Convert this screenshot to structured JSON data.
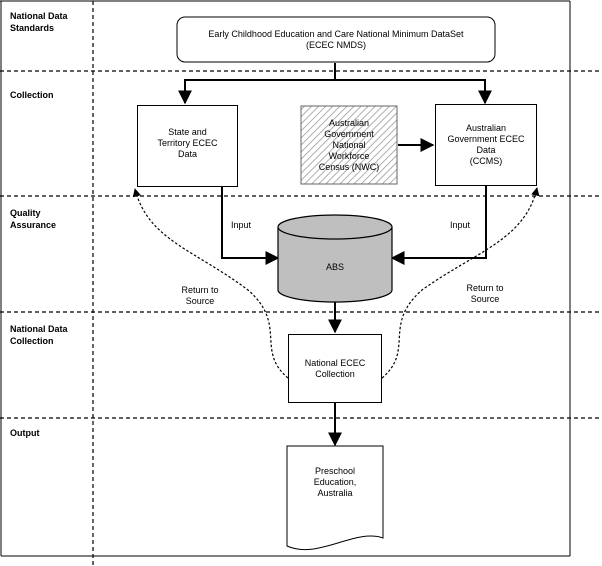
{
  "lanes": {
    "national_data_standards": "National Data Standards",
    "collection": "Collection",
    "quality_assurance": "Quality Assurance",
    "national_data_collection": "National Data Collection",
    "output": "Output"
  },
  "nodes": {
    "nmds": {
      "line1": "Early Childhood Education and Care National Minimum DataSet",
      "line2": "(ECEC NMDS)"
    },
    "state": {
      "line1": "State and",
      "line2": "Territory ECEC",
      "line3": "Data"
    },
    "nwc": {
      "line1": "Australian",
      "line2": "Government",
      "line3": "National",
      "line4": "Workforce",
      "line5": "Census (NWC)"
    },
    "ccms": {
      "line1": "Australian",
      "line2": "Government ECEC",
      "line3": "Data",
      "line4": "(CCMS)"
    },
    "abs": {
      "label": "ABS"
    },
    "national_ecec": {
      "line1": "National ECEC",
      "line2": "Collection"
    },
    "preschool": {
      "line1": "Preschool",
      "line2": "Education,",
      "line3": "Australia"
    }
  },
  "edge_labels": {
    "input_left": "Input",
    "input_right": "Input",
    "return_left": {
      "line1": "Return to",
      "line2": "Source"
    },
    "return_right": {
      "line1": "Return to",
      "line2": "Source"
    }
  }
}
